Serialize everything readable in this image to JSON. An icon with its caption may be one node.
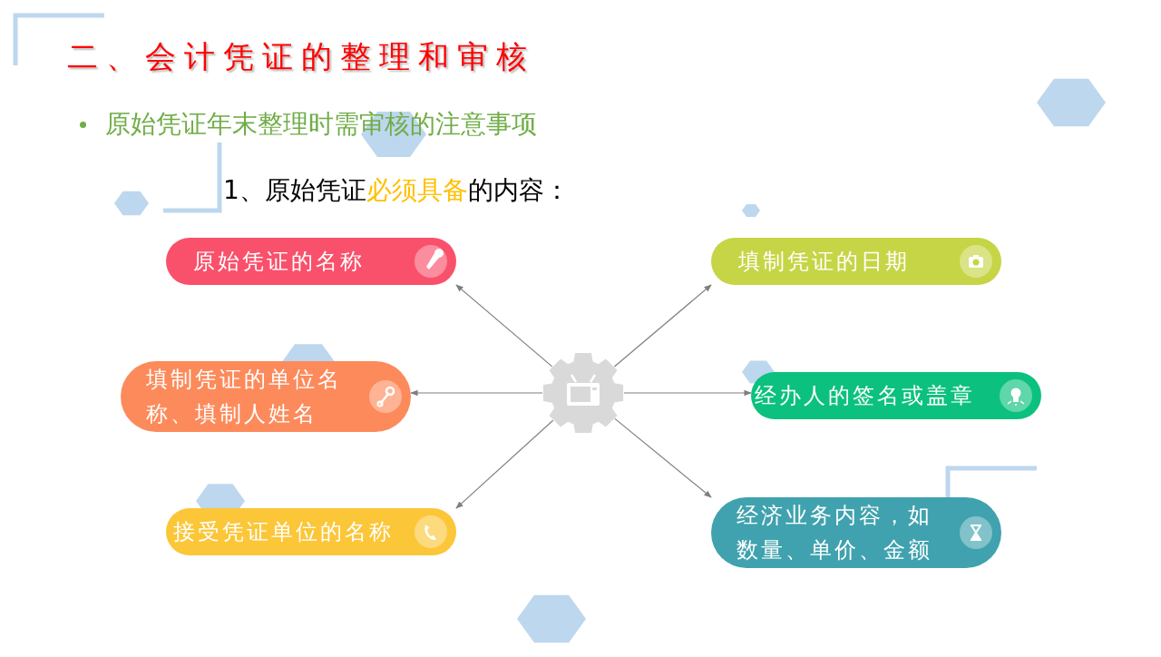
{
  "diagram": {
    "title": "二、会计凭证的整理和审核",
    "nodes": [
      {
        "text": [],
        "shape": "gear"
      },
      {
        "text": [
          "原始凭证的名称"
        ]
      },
      {
        "text": [
          "填制凭证的日期"
        ]
      },
      {
        "text": [
          "填制凭证的单位名称、填制人姓名"
        ]
      },
      {
        "text": [
          "经办人的签名或盖章"
        ]
      },
      {
        "text": [
          "接受凭证单位的名称"
        ]
      },
      {
        "text": [
          "经济业务内容，如数量、单价、金额"
        ]
      }
    ],
    "edges": [
      {
        "from": 0,
        "to": 1,
        "arrow": "to"
      },
      {
        "from": 0,
        "to": 2,
        "arrow": "to"
      },
      {
        "from": 0,
        "to": 3,
        "arrow": "to"
      },
      {
        "from": 0,
        "to": 4,
        "arrow": "to"
      },
      {
        "from": 0,
        "to": 5,
        "arrow": "to"
      },
      {
        "from": 0,
        "to": 6,
        "arrow": "to"
      }
    ],
    "labels": [
      "原始凭证年末整理时需审核的注意事项",
      "1、原始凭证**必须具备**的内容："
    ]
  }
}
